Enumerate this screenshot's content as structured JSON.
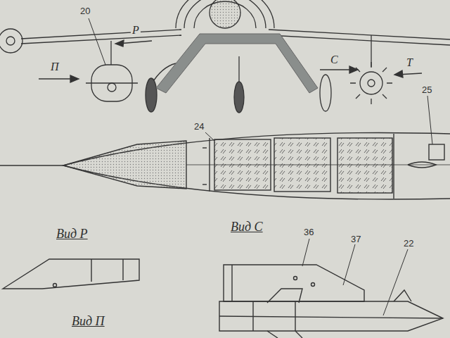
{
  "diagram": {
    "labels": [
      "20",
      "Р",
      "П",
      "С",
      "Т",
      "24",
      "25",
      "Вид Р",
      "Вид С",
      "36",
      "37",
      "22",
      "Вид П"
    ]
  }
}
